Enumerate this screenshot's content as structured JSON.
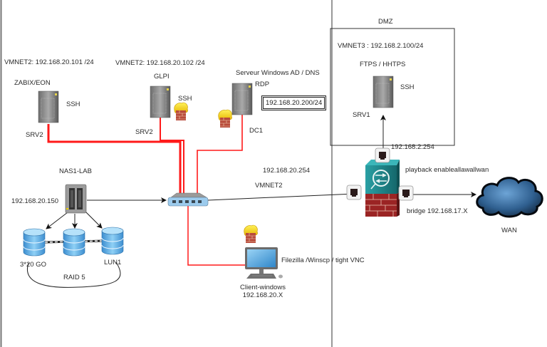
{
  "diagram": {
    "zones": {
      "dmz_title": "DMZ"
    },
    "servers": {
      "zabix": {
        "network": "VMNET2: 192.168.20.101 /24",
        "name": "ZABIX/EON",
        "service": "SSH",
        "host": "SRV2"
      },
      "glpi": {
        "network": "VMNET2: 192.168.20.102 /24",
        "name": "GLPI",
        "service": "SSH",
        "host": "SRV2"
      },
      "ad": {
        "name": "Serveur Windows AD / DNS",
        "service": "RDP",
        "ip": "192.168.20.200/24",
        "host": "DC1"
      },
      "dmz_srv": {
        "network": "VMNET3 : 192.168.2.100/24",
        "name": "FTPS / HHTPS",
        "service": "SSH",
        "host": "SRV1"
      }
    },
    "nas": {
      "name": "NAS1-LAB",
      "ip": "192.168.20.150",
      "disk_label": "3*20 GO",
      "lun_label": "LUN1",
      "raid_label": "RAID 5"
    },
    "switch": {
      "gateway_ip": "192.168.20.254",
      "network": "VMNET2"
    },
    "firewall": {
      "dmz_ip": "192.168.2.254",
      "rule": "playback enableallawallwan",
      "bridge": "bridge 192.168.17.X"
    },
    "wan": {
      "label": "WAN"
    },
    "client": {
      "tools": "Filezilla /Winscp / tight VNC",
      "name": "Client-windows",
      "ip": "192.168.20.X"
    },
    "colors": {
      "link_red": "#ff1a1a",
      "link_black": "#222222",
      "server_gray": "#8a8a8a",
      "disk_blue": "#5aaee6",
      "firewall_teal": "#1e8a8e",
      "brick_red": "#9b2424",
      "cloud_blue": "#2f5f8f"
    }
  }
}
